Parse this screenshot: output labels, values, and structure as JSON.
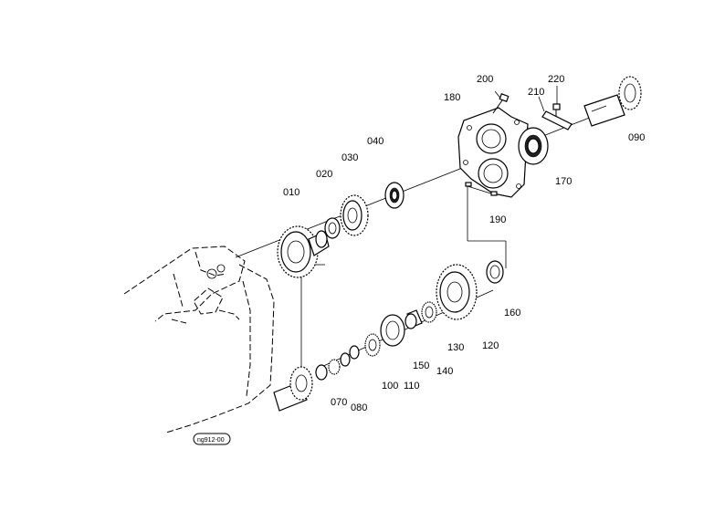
{
  "diagram": {
    "stamp": "ng912-00",
    "parts": [
      {
        "id": "p010",
        "label": "010"
      },
      {
        "id": "p020",
        "label": "020"
      },
      {
        "id": "p030",
        "label": "030"
      },
      {
        "id": "p040",
        "label": "040"
      },
      {
        "id": "p070",
        "label": "070"
      },
      {
        "id": "p080",
        "label": "080"
      },
      {
        "id": "p090",
        "label": "090"
      },
      {
        "id": "p100",
        "label": "100"
      },
      {
        "id": "p110",
        "label": "110"
      },
      {
        "id": "p120",
        "label": "120"
      },
      {
        "id": "p130",
        "label": "130"
      },
      {
        "id": "p140",
        "label": "140"
      },
      {
        "id": "p150",
        "label": "150"
      },
      {
        "id": "p160",
        "label": "160"
      },
      {
        "id": "p170",
        "label": "170"
      },
      {
        "id": "p180",
        "label": "180"
      },
      {
        "id": "p190",
        "label": "190"
      },
      {
        "id": "p200",
        "label": "200"
      },
      {
        "id": "p210",
        "label": "210"
      },
      {
        "id": "p220",
        "label": "220"
      }
    ]
  }
}
